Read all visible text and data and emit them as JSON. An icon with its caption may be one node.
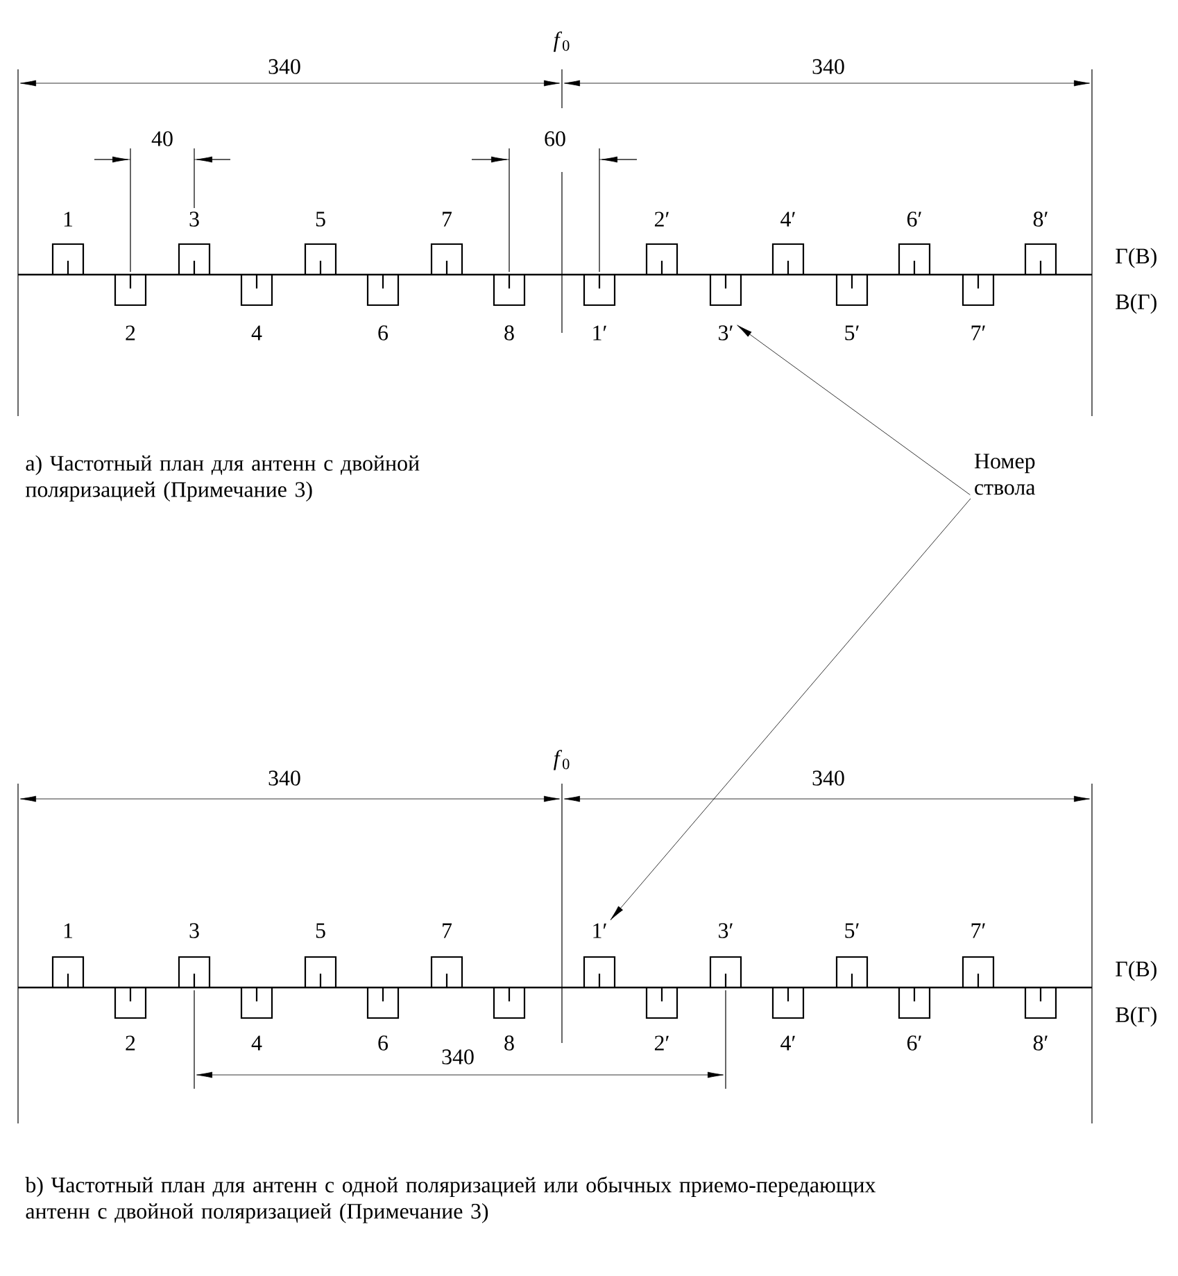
{
  "diagram": {
    "nodes": [
      {
        "text": [
          "Номер ствола"
        ]
      },
      {
        "text": [
          "3′"
        ]
      },
      {
        "text": [
          "1′"
        ]
      }
    ],
    "edges": [
      {
        "from": 0,
        "to": 1,
        "arrow": "to"
      },
      {
        "from": 0,
        "to": 2,
        "arrow": "to"
      }
    ],
    "labels": [
      "*f*$_{0}$",
      "340",
      "340",
      "40",
      "60",
      "1",
      "3",
      "5",
      "7",
      "2′",
      "4′",
      "6′",
      "8′",
      "Г(В)",
      "2",
      "4",
      "6",
      "8",
      "1′",
      "5′",
      "7′",
      "В(Г)",
      "а) Частотный план для антенн с двойной поляризацией (Примечание 3)",
      "*f*$_{0}$",
      "340",
      "340",
      "1",
      "3",
      "5",
      "7",
      "3′",
      "5′",
      "7′",
      "Г(В)",
      "2",
      "4",
      "6",
      "8",
      "2′",
      "4′",
      "6′",
      "8′",
      "В(Г)",
      "340",
      "b) Частотный план для антенн с одной поляризацией или обычных приемо-передающих антенн с двойной поляризацией (Примечание 3)"
    ]
  }
}
